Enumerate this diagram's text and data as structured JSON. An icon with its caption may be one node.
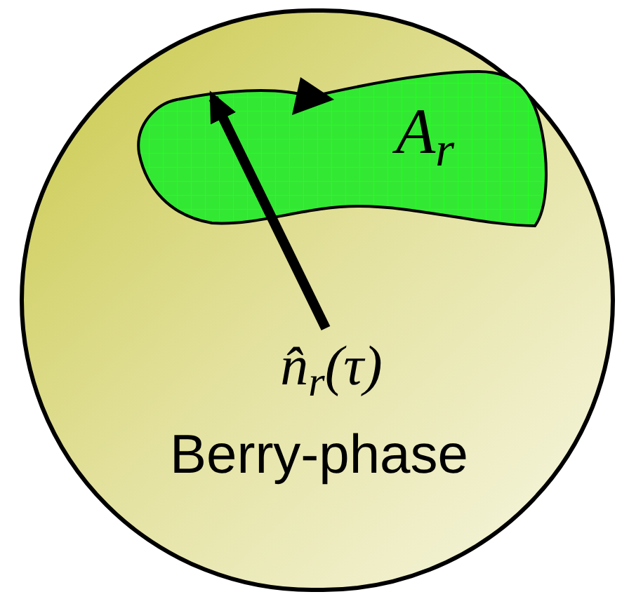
{
  "diagram": {
    "nodes": [
      {
        "text": [
          "Berry-phase"
        ]
      },
      {
        "text": [
          "A$_{r}$"
        ],
        "in": 0
      },
      {
        "text": [
          "n̂$_{r}$(τ)"
        ],
        "in": 0
      }
    ],
    "edges": [
      {
        "from": 2,
        "to": 1,
        "arrow": "to"
      }
    ]
  }
}
